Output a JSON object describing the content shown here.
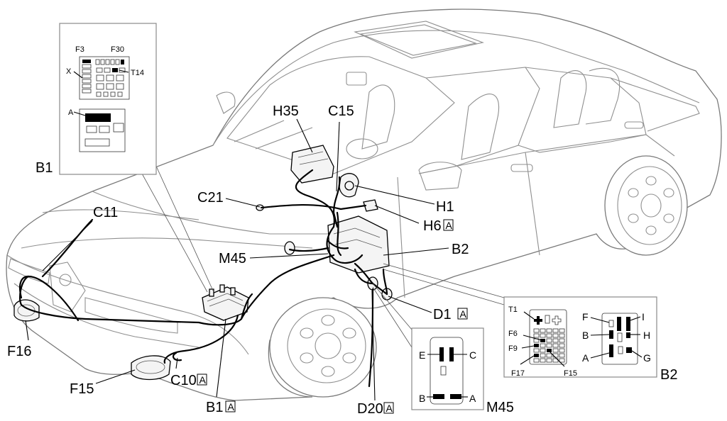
{
  "diagram": {
    "callouts": {
      "H35": "H35",
      "C15": "C15",
      "C21": "C21",
      "C11": "C11",
      "H1": "H1",
      "H6": "H6",
      "M45": "M45",
      "B2": "B2",
      "D1": "D1",
      "D20": "D20",
      "B1": "B1",
      "F16": "F16",
      "F15": "F15",
      "C10": "C10",
      "suffix_A": "A"
    },
    "inset_B1": {
      "title": "B1",
      "labels": {
        "F3": "F3",
        "F30": "F30",
        "X": "X",
        "T14": "T14",
        "A": "A"
      }
    },
    "inset_M45": {
      "title": "M45",
      "labels": {
        "E": "E",
        "C": "C",
        "B": "B",
        "A": "A"
      }
    },
    "inset_B2": {
      "title": "B2",
      "labels": {
        "T1": "T1",
        "F6": "F6",
        "F9": "F9",
        "F17": "F17",
        "F15": "F15"
      },
      "connector_labels": {
        "F": "F",
        "I": "I",
        "B": "B",
        "H": "H",
        "A": "A",
        "G": "G"
      }
    }
  }
}
